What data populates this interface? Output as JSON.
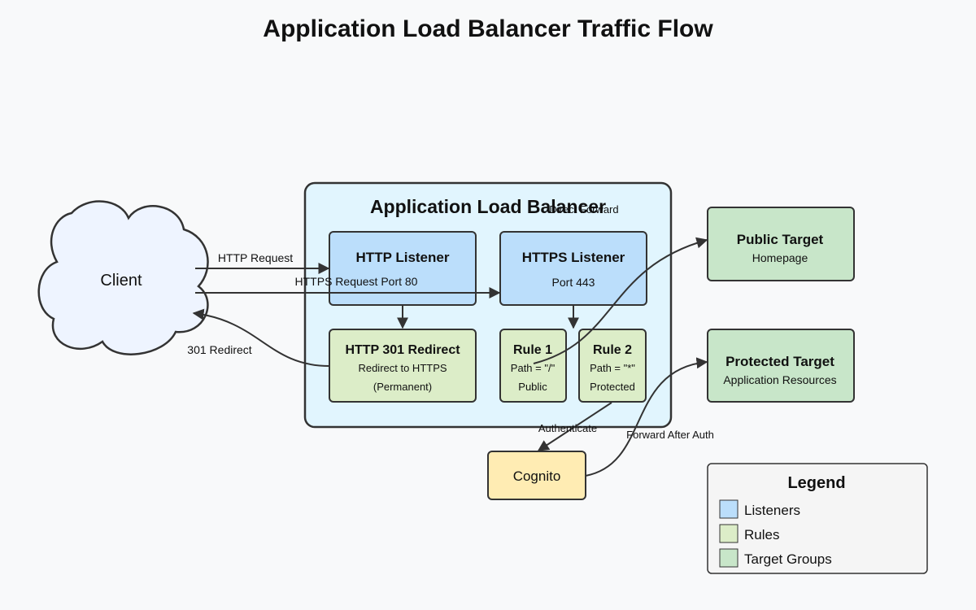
{
  "title": "Application Load Balancer Traffic Flow",
  "client": {
    "label": "Client"
  },
  "alb": {
    "label": "Application Load Balancer"
  },
  "http_listener": {
    "title": "HTTP Listener"
  },
  "https_listener": {
    "title": "HTTPS Listener",
    "sub": "Port 443"
  },
  "redirect": {
    "title": "HTTP 301 Redirect",
    "line1": "Redirect to HTTPS",
    "line2": "(Permanent)"
  },
  "rule1": {
    "title": "Rule 1",
    "line1": "Path = \"/\"",
    "line2": "Public"
  },
  "rule2": {
    "title": "Rule 2",
    "line1": "Path = \"*\"",
    "line2": "Protected"
  },
  "public_target": {
    "title": "Public Target",
    "sub": "Homepage"
  },
  "protected_target": {
    "title": "Protected Target",
    "sub": "Application Resources"
  },
  "cognito": {
    "label": "Cognito"
  },
  "edges": {
    "http_request": "HTTP Request",
    "https_request": "HTTPS Request Port 80",
    "redirect_301": "301 Redirect",
    "direct_forward": "Direct Forward",
    "authenticate": "Authenticate",
    "forward_after_auth": "Forward After Auth"
  },
  "legend": {
    "title": "Legend",
    "items": [
      {
        "label": "Listeners",
        "color": "#bbdefb"
      },
      {
        "label": "Rules",
        "color": "#dcedc8"
      },
      {
        "label": "Target Groups",
        "color": "#c8e6c9"
      }
    ]
  },
  "colors": {
    "listener": "#bbdefb",
    "rule": "#dcedc8",
    "target": "#c8e6c9",
    "cognito": "#ffecb3",
    "alb": "#e1f5fe",
    "client": "#eef4ff"
  }
}
